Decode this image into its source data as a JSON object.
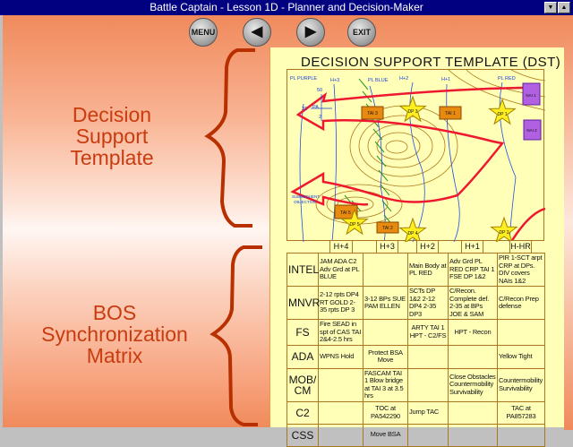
{
  "window": {
    "title": "Battle Captain - Lesson 1D - Planner and Decision-Maker",
    "minimize": "▼",
    "maximize": "▲"
  },
  "toolbar": {
    "menu": "MENU",
    "back": "◀",
    "forward": "▶",
    "exit": "EXIT"
  },
  "side": {
    "dst_label": [
      "Decision",
      "Support",
      "Template"
    ],
    "bos_label": [
      "BOS",
      "Synchronization",
      "Matrix"
    ]
  },
  "dst": {
    "title": "DECISION SUPPORT TEMPLATE (DST)",
    "map_labels": {
      "pl_purple": "PL PURPLE",
      "h3": "H+3",
      "pl_blue": "PL BLUE",
      "h2": "H+2",
      "h1": "H+1",
      "pl_red": "PL RED",
      "objective": "PA",
      "grid_a": "50",
      "grid_b": "22",
      "grid_c": "2",
      "subsequent": "SUBSEQUENT",
      "objective2": "OBJECTIVE",
      "tai3": "TAI 3",
      "tai1": "TAI 1",
      "tai5": "TAI 5",
      "tai2": "TAI 2",
      "dp3": "DP 3",
      "dp1": "DP 1",
      "dp5": "DP 5",
      "dp4": "DP 4",
      "dp2": "DP 2",
      "nai1": "NAI 1",
      "nai2": "NAI 2"
    }
  },
  "matrix": {
    "time_headers": [
      "H+4",
      "H+3",
      "H+2",
      "H+1",
      "H-HR"
    ],
    "rows": [
      {
        "label": "INTEL",
        "cells": [
          "JAM ADA C2 Adv Grd at PL BLUE",
          "",
          "Main Body at PL RED",
          "Adv Grd PL RED CRP TAI 1 FSE DP 1&2",
          "PIR 1-SCT arpt CRP at DPs. DIV covers NAIs 1&2"
        ]
      },
      {
        "label": "MNVR",
        "cells": [
          "2-12 rpts DP4 RT GOLD 2-35 rpts DP 3",
          "3-12 BPs SUE PAM ELLEN",
          "SCTs DP 1&2 2-12 DP4 2-35 DP3",
          "C/Recon. Complete def. 2-35 at BPs JOE & SAM",
          "C/Recon Prep defense"
        ]
      },
      {
        "label": "FS",
        "cells": [
          "Fire SEAD in spt of CAS TAI 2&4-2.5 hrs",
          "",
          "ARTY TAI 1 HPT - C2/FS",
          "HPT - Recon",
          ""
        ]
      },
      {
        "label": "ADA",
        "cells": [
          "WPNS Hold",
          "Protect BSA Move",
          "",
          "",
          "Yellow Tight"
        ]
      },
      {
        "label": "MOB/ CM",
        "cells": [
          "",
          "FASCAM TAI 1 Blow bridge at TAI 3 at 3.5 hrs",
          "",
          "Close Obstacles Countermobility Survivability",
          "Countermobility Survivability"
        ]
      },
      {
        "label": "C2",
        "cells": [
          "",
          "TOC at PA542290",
          "Jump TAC",
          "",
          "TAC at PA857283"
        ]
      },
      {
        "label": "CSS",
        "cells": [
          "",
          "Move BSA",
          "",
          "",
          ""
        ]
      }
    ]
  }
}
